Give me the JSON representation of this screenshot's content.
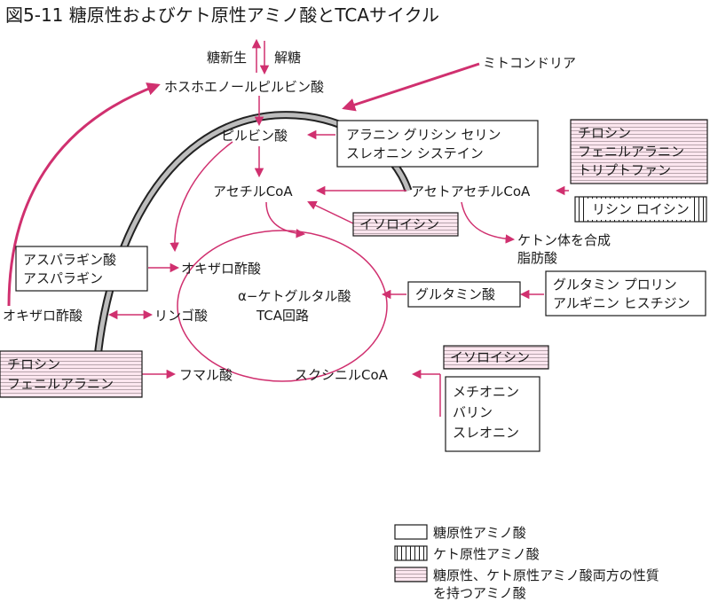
{
  "title": "図5-11 糖原性およびケト原性アミノ酸とTCAサイクル",
  "colors": {
    "accent": "#d0306f",
    "dual_fill": "#fce6ef"
  },
  "labels": {
    "gluconeogenesis": "糖新生",
    "glycolysis": "解糖",
    "pep": "ホスホエノールピルビン酸",
    "mitochondria": "ミトコンドリア",
    "pyruvate": "ピルビン酸",
    "acetyl_coa": "アセチルCoA",
    "acetoacetyl_coa": "アセトアセチルCoA",
    "ketone_line1": "ケトン体を合成",
    "ketone_line2": "脂肪酸",
    "oxaloacetate": "オキザロ酢酸",
    "oxaloacetate_cyto": "オキザロ酢酸",
    "akg": "α−ケトグルタル酸",
    "tca": "TCA回路",
    "malate": "リンゴ酸",
    "fumarate": "フマル酸",
    "succinyl_coa": "スクシニルCoA"
  },
  "boxes": {
    "ala_group": {
      "line1": "アラニン グリシン セリン",
      "line2": "スレオニン システイン"
    },
    "tyr_group": {
      "line1": "チロシン",
      "line2": "フェニルアラニン",
      "line3": "トリプトファン"
    },
    "lys_group": "リシン ロイシン",
    "ile_top": "イソロイシン",
    "asp_group": {
      "line1": "アスパラギン酸",
      "line2": "アスパラギン"
    },
    "glu_center": "グルタミン酸",
    "glu_group": {
      "line1": "グルタミン プロリン",
      "line2": "アルギニン ヒスチジン"
    },
    "tyr_bottom": {
      "line1": "チロシン",
      "line2": "フェニルアラニン"
    },
    "ile_bottom": "イソロイシン",
    "met_group": {
      "line1": "メチオニン",
      "line2": "バリン",
      "line3": "スレオニン"
    }
  },
  "legend": [
    {
      "type": "plain",
      "label": "糖原性アミノ酸"
    },
    {
      "type": "vstripe",
      "label": "ケト原性アミノ酸"
    },
    {
      "type": "dual",
      "label": "糖原性、ケト原性アミノ酸両方の性質",
      "label2": "を持つアミノ酸"
    }
  ]
}
